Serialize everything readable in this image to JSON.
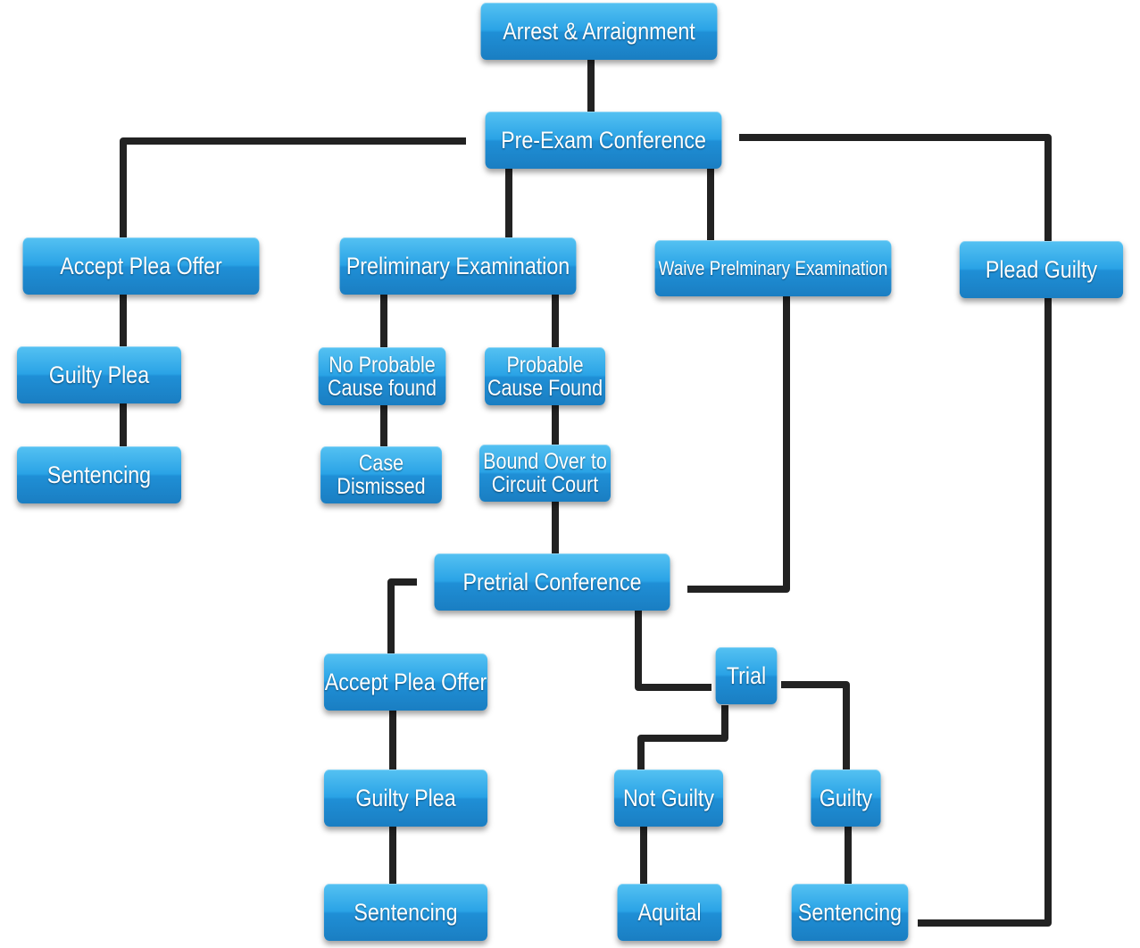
{
  "nodes": {
    "arrest": "Arrest & Arraignment",
    "pre_exam": "Pre-Exam Conference",
    "accept_plea_1": "Accept Plea Offer",
    "guilty_plea_1": "Guilty Plea",
    "sentencing_1": "Sentencing",
    "prelim_exam": "Preliminary Examination",
    "no_probable": "No Probable\nCause found",
    "case_dismissed": "Case\nDismissed",
    "probable": "Probable\nCause Found",
    "bound_over": "Bound Over to\nCircuit Court",
    "waive_prelim": "Waive Prelminary Examination",
    "plead_guilty": "Plead Guilty",
    "pretrial": "Pretrial Conference",
    "accept_plea_2": "Accept Plea Offer",
    "guilty_plea_2": "Guilty Plea",
    "sentencing_2": "Sentencing",
    "trial": "Trial",
    "not_guilty": "Not Guilty",
    "aquital": "Aquital",
    "guilty": "Guilty",
    "sentencing_3": "Sentencing"
  },
  "colors": {
    "node_fill": "#2aa3e6",
    "node_text": "#ffffff",
    "connector": "#222222"
  }
}
